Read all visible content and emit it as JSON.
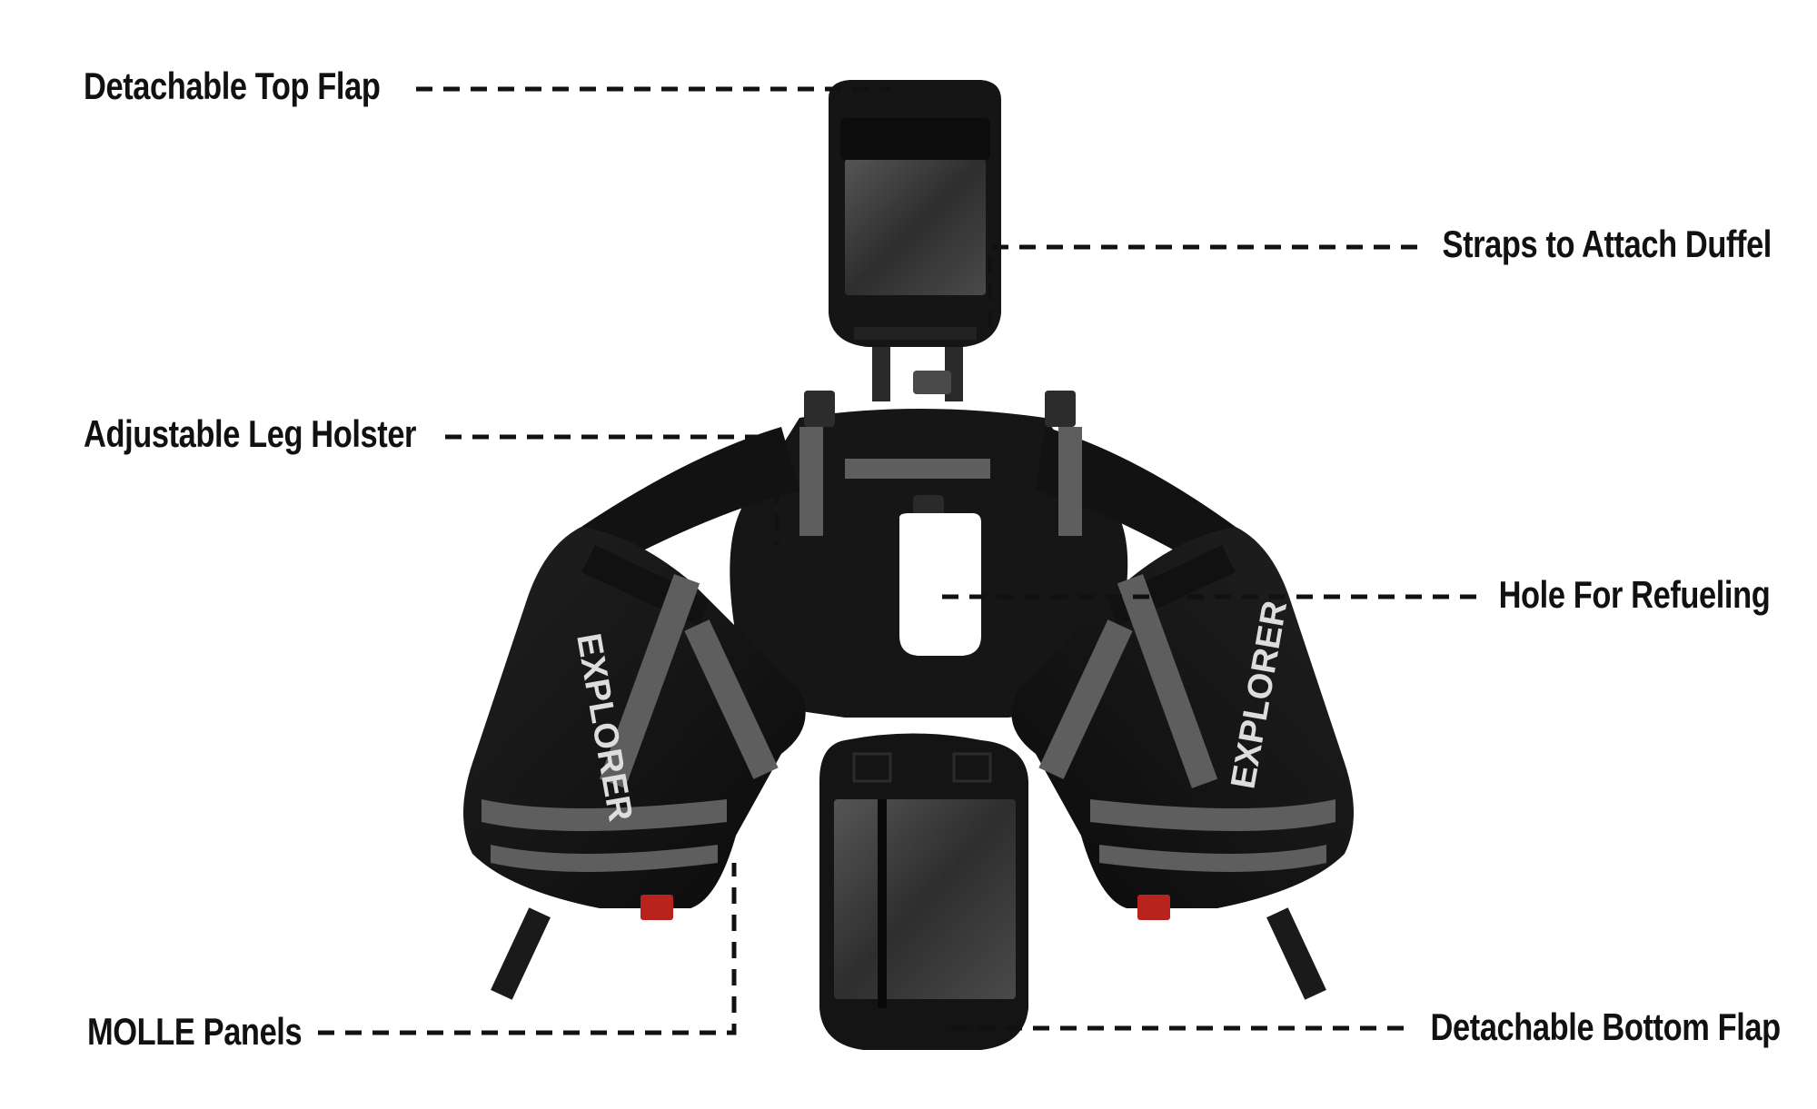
{
  "callouts": {
    "top_flap": "Detachable Top Flap",
    "straps": "Straps to Attach Duffel",
    "leg_holster": "Adjustable Leg Holster",
    "refuel_hole": "Hole For Refueling",
    "molle": "MOLLE Panels",
    "bottom_flap": "Detachable Bottom Flap"
  },
  "product": {
    "left_bag_brand": "EXPLORER",
    "right_bag_brand": "EXPLORER"
  },
  "colors": {
    "bag_body": "#141414",
    "bag_shadow": "#0a0a0a",
    "strap": "#5e5e5e",
    "strap_light": "#7a7a7a",
    "map_window": "#3a3a3a",
    "leader_line": "#111111",
    "background": "#ffffff"
  }
}
